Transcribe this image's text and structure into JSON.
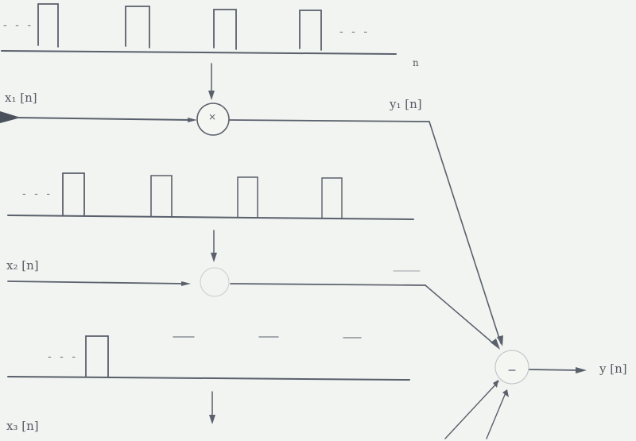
{
  "labels": {
    "x1": "x₁ [n]",
    "y1": "y₁ [n]",
    "x2": "x₂ [n]",
    "x3": "x₃ [n]",
    "y": "y [n]",
    "n_axis": "n",
    "multiplier_symbol": "×",
    "ellipsis": "- - -"
  },
  "colors": {
    "ink": "#5a606c",
    "paper": "#f1f4f0"
  }
}
